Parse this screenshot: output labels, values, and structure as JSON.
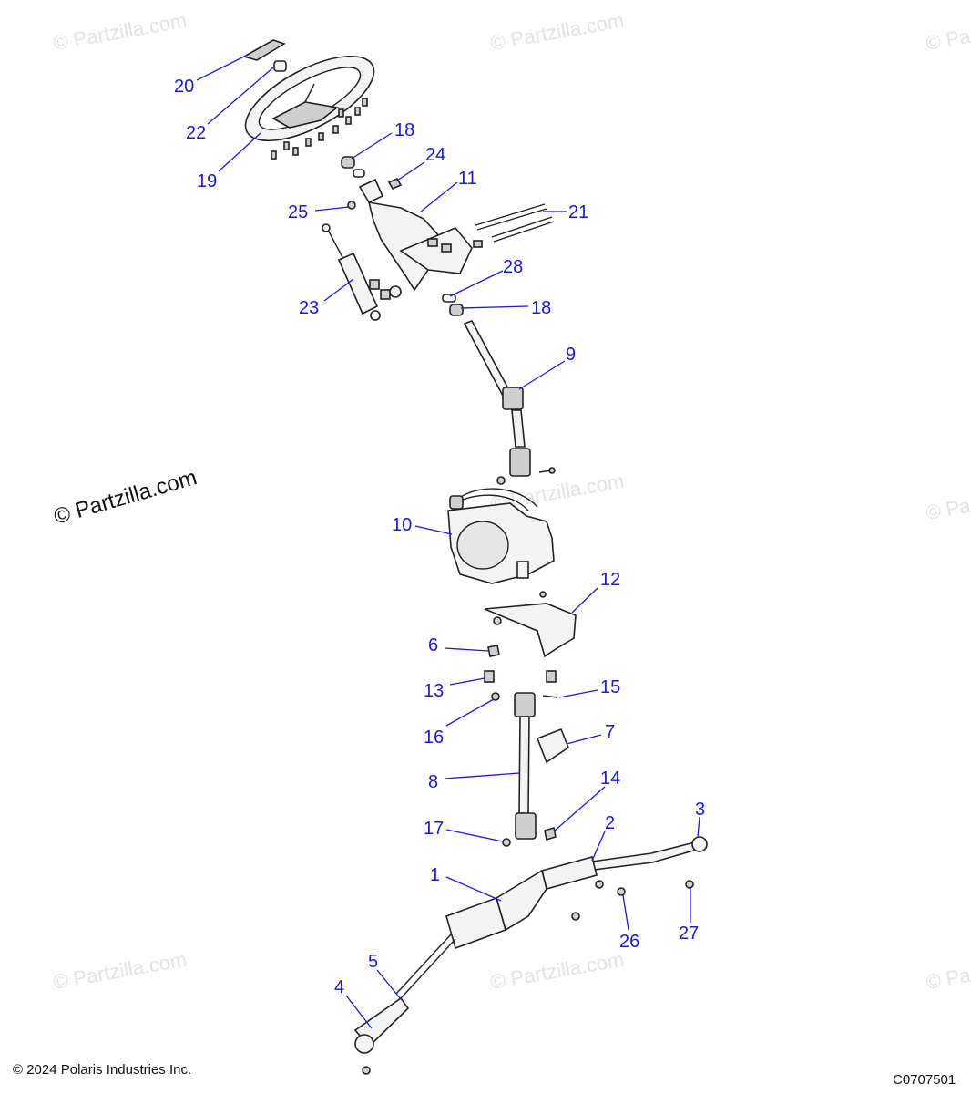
{
  "watermark": {
    "text": "© Partzilla.com",
    "short_text": "© Pa",
    "main_text": "© Partzilla.com"
  },
  "footer": {
    "copyright": "© 2024 Polaris Industries Inc.",
    "code": "C0707501"
  },
  "callouts": [
    {
      "id": "20",
      "label": "20"
    },
    {
      "id": "22",
      "label": "22"
    },
    {
      "id": "19",
      "label": "19"
    },
    {
      "id": "18a",
      "label": "18"
    },
    {
      "id": "24",
      "label": "24"
    },
    {
      "id": "11",
      "label": "11"
    },
    {
      "id": "25",
      "label": "25"
    },
    {
      "id": "21",
      "label": "21"
    },
    {
      "id": "28",
      "label": "28"
    },
    {
      "id": "18b",
      "label": "18"
    },
    {
      "id": "23",
      "label": "23"
    },
    {
      "id": "9",
      "label": "9"
    },
    {
      "id": "10",
      "label": "10"
    },
    {
      "id": "12",
      "label": "12"
    },
    {
      "id": "6",
      "label": "6"
    },
    {
      "id": "13",
      "label": "13"
    },
    {
      "id": "15",
      "label": "15"
    },
    {
      "id": "16",
      "label": "16"
    },
    {
      "id": "7",
      "label": "7"
    },
    {
      "id": "8",
      "label": "8"
    },
    {
      "id": "14",
      "label": "14"
    },
    {
      "id": "17",
      "label": "17"
    },
    {
      "id": "3",
      "label": "3"
    },
    {
      "id": "2",
      "label": "2"
    },
    {
      "id": "1",
      "label": "1"
    },
    {
      "id": "26",
      "label": "26"
    },
    {
      "id": "27",
      "label": "27"
    },
    {
      "id": "5",
      "label": "5"
    },
    {
      "id": "4",
      "label": "4"
    }
  ]
}
